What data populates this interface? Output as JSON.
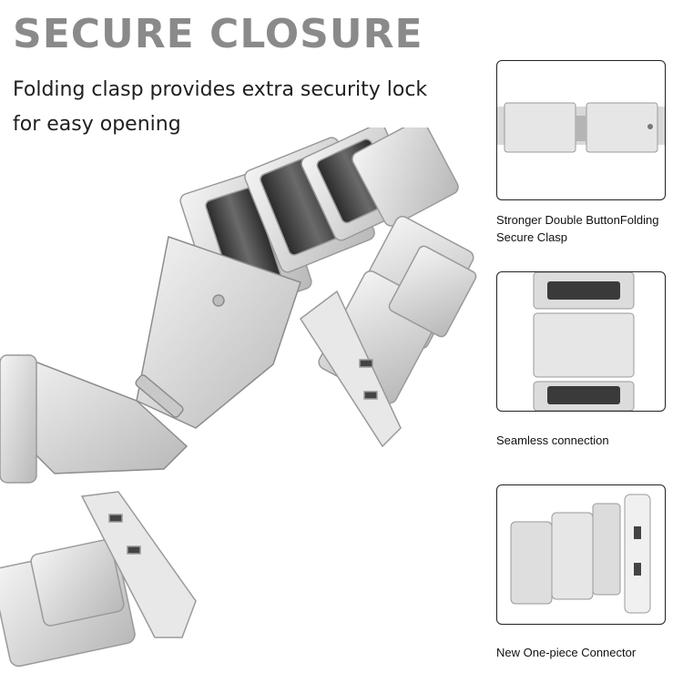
{
  "heading": "SECURE CLOSURE",
  "subheading": "Folding clasp provides extra security lock for easy opening",
  "images": {
    "hero": "stainless-steel-watch-band-with-folding-clasp",
    "detail_1": "double-button-folding-clasp-closeup",
    "detail_2": "clasp-link-connection-closeup",
    "detail_3": "one-piece-connector-closeup"
  },
  "features": [
    {
      "caption": "Stronger Double ButtonFolding Secure Clasp"
    },
    {
      "caption": "Seamless connection"
    },
    {
      "caption": "New One-piece Connector"
    }
  ],
  "colors": {
    "heading": "#8a8a8a",
    "text": "#1f1f1f",
    "steel": "#d9d9d9",
    "steel_dark": "#a9a9a9",
    "resin": "#3a3a3a"
  }
}
